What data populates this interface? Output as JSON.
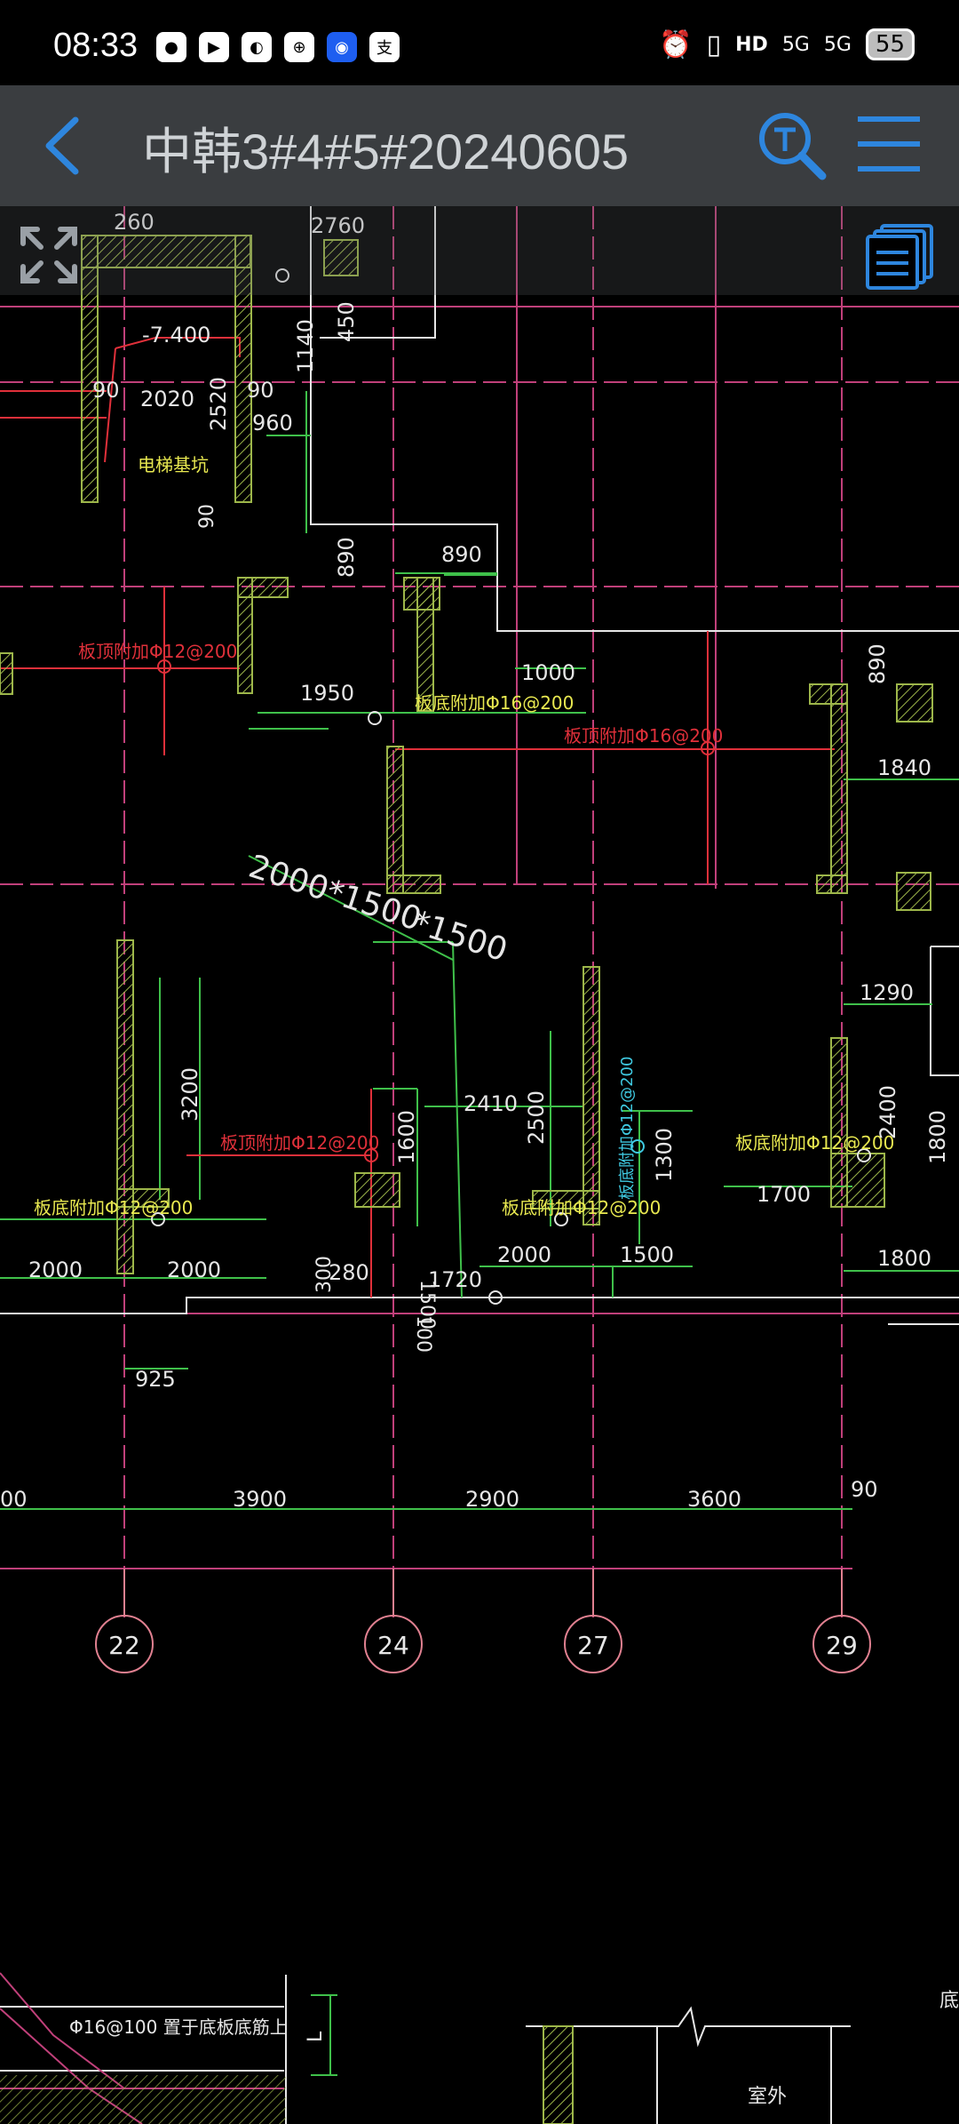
{
  "status": {
    "time": "08:33",
    "battery": "55",
    "net1": "5G",
    "net2": "5G",
    "hd": "HD"
  },
  "header": {
    "title": "中韩3#4#5#20240605"
  },
  "icons": {
    "back": "chevron-left-icon",
    "search": "text-search-icon",
    "menu": "hamburger-menu-icon",
    "fullscreen": "fullscreen-icon",
    "layers": "layers-icon"
  },
  "colors": {
    "appbar": "#3a3d40",
    "accent": "#2e86de",
    "canvas": "#000000"
  },
  "drawing": {
    "labels": {
      "top1": "260",
      "top2": "2760",
      "top3": "450",
      "top4": "1140",
      "lbl_7400": "-7.400",
      "lbl_90a": "90",
      "lbl_2020": "2020",
      "lbl_2520": "2520",
      "lbl_90b": "90",
      "lbl_960": "960",
      "lbl_pit": "电梯基坑",
      "lbl_90c": "90",
      "lbl_890a": "890",
      "lbl_890b": "890",
      "lbl_890c": "890",
      "lbl_plate_top_12": "板顶附加Φ12@200",
      "lbl_1950": "1950",
      "lbl_bottom16": "板底附加Φ16@200",
      "lbl_1000": "1000",
      "lbl_top16": "板顶附加Φ16@200",
      "lbl_1840": "1840",
      "lbl_opening": "2000*1500",
      "lbl_opening2": "*1500",
      "lbl_3200": "3200",
      "lbl_plate_top_12b": "板顶附加Φ12@200",
      "lbl_1600": "1600",
      "lbl_2410": "2410",
      "lbl_2500": "2500",
      "lbl_vert12": "板底附加Φ12@200",
      "lbl_1300": "1300",
      "lbl_bottom12r": "板底附加Φ12@200",
      "lbl_1290": "1290",
      "lbl_2400": "2400",
      "lbl_1800a": "1800",
      "lbl_1700": "1700",
      "lbl_bottom12l": "板底附加Φ12@200",
      "lbl_bottom12c": "板底附加Φ12@200",
      "lbl_2000a": "2000",
      "lbl_2000b": "2000",
      "lbl_300": "300",
      "lbl_280": "280",
      "lbl_1500v": "1500",
      "lbl_1720": "1720",
      "lbl_2000c": "2000",
      "lbl_1500h": "1500",
      "lbl_1800b": "1800",
      "lbl_100": "100",
      "lbl_925": "925",
      "lbl_00": "00",
      "lbl_3900": "3900",
      "lbl_2900": "2900",
      "lbl_3600": "3600",
      "lbl_90d": "90",
      "axis_22": "22",
      "axis_24": "24",
      "axis_27": "27",
      "axis_29": "29",
      "lbl_detail": "Φ16@100  置于底板底筋上",
      "lbl_L": "L",
      "lbl_outdoor": "室外",
      "lbl_corner": "底"
    }
  }
}
